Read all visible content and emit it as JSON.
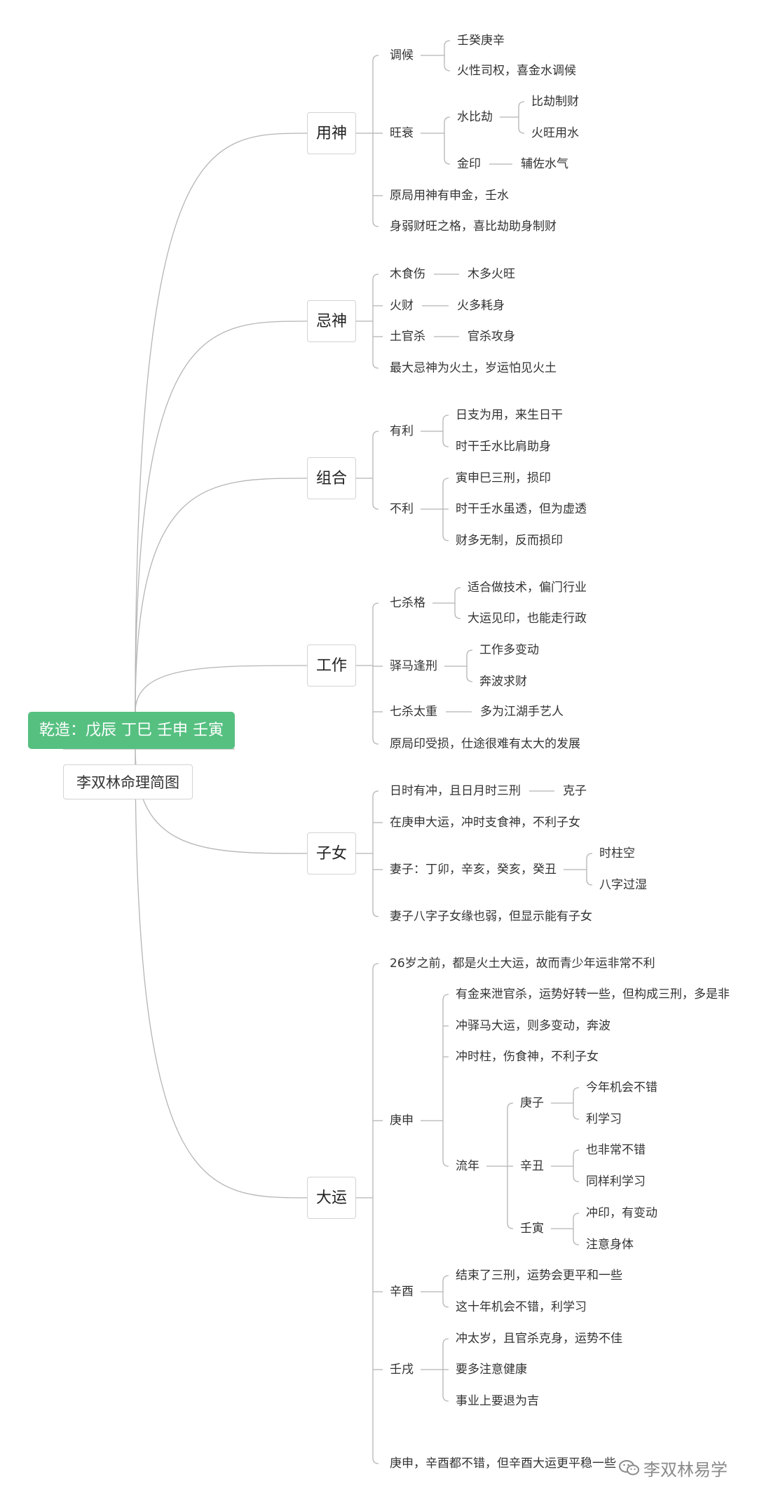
{
  "root": {
    "title": "乾造：戊辰 丁巳 壬申 壬寅",
    "subtitle": "李双林命理简图"
  },
  "branches": [
    {
      "label": "用神",
      "items": [
        {
          "label": "调候",
          "children": [
            {
              "label": "壬癸庚辛"
            },
            {
              "label": "火性司权，喜金水调候"
            }
          ]
        },
        {
          "label": "旺衰",
          "children": [
            {
              "label": "水比劫",
              "children": [
                {
                  "label": "比劫制财"
                },
                {
                  "label": "火旺用水"
                }
              ]
            },
            {
              "label": "金印",
              "children": [
                {
                  "label": "辅佐水气"
                }
              ]
            }
          ]
        },
        {
          "label": "原局用神有申金，壬水"
        },
        {
          "label": "身弱财旺之格，喜比劫助身制财"
        }
      ]
    },
    {
      "label": "忌神",
      "items": [
        {
          "label": "木食伤",
          "children": [
            {
              "label": "木多火旺"
            }
          ]
        },
        {
          "label": "火财",
          "children": [
            {
              "label": "火多耗身"
            }
          ]
        },
        {
          "label": "土官杀",
          "children": [
            {
              "label": "官杀攻身"
            }
          ]
        },
        {
          "label": "最大忌神为火土，岁运怕见火土"
        }
      ]
    },
    {
      "label": "组合",
      "items": [
        {
          "label": "有利",
          "children": [
            {
              "label": "日支为用，来生日干"
            },
            {
              "label": "时干壬水比肩助身"
            }
          ]
        },
        {
          "label": "不利",
          "children": [
            {
              "label": "寅申巳三刑，损印"
            },
            {
              "label": "时干壬水虽透，但为虚透"
            },
            {
              "label": "财多无制，反而损印"
            }
          ]
        }
      ]
    },
    {
      "label": "工作",
      "items": [
        {
          "label": "七杀格",
          "children": [
            {
              "label": "适合做技术，偏门行业"
            },
            {
              "label": "大运见印，也能走行政"
            }
          ]
        },
        {
          "label": "驿马逢刑",
          "children": [
            {
              "label": "工作多变动"
            },
            {
              "label": "奔波求财"
            }
          ]
        },
        {
          "label": "七杀太重",
          "children": [
            {
              "label": "多为江湖手艺人"
            }
          ]
        },
        {
          "label": "原局印受损，仕途很难有太大的发展"
        }
      ]
    },
    {
      "label": "子女",
      "items": [
        {
          "label": "日时有冲，且日月时三刑",
          "children": [
            {
              "label": "克子"
            }
          ]
        },
        {
          "label": "在庚申大运，冲时支食神，不利子女"
        },
        {
          "label": "妻子：丁卯，辛亥，癸亥，癸丑",
          "children": [
            {
              "label": "时柱空"
            },
            {
              "label": "八字过湿"
            }
          ]
        },
        {
          "label": "妻子八字子女缘也弱，但显示能有子女"
        }
      ]
    },
    {
      "label": "大运",
      "items": [
        {
          "label": "26岁之前，都是火土大运，故而青少年运非常不利"
        },
        {
          "label": "庚申",
          "children": [
            {
              "label": "有金来泄官杀，运势好转一些，但构成三刑，多是非"
            },
            {
              "label": "冲驿马大运，则多变动，奔波"
            },
            {
              "label": "冲时柱，伤食神，不利子女"
            },
            {
              "label": "流年",
              "children": [
                {
                  "label": "庚子",
                  "children": [
                    {
                      "label": "今年机会不错"
                    },
                    {
                      "label": "利学习"
                    }
                  ]
                },
                {
                  "label": "辛丑",
                  "children": [
                    {
                      "label": "也非常不错"
                    },
                    {
                      "label": "同样利学习"
                    }
                  ]
                },
                {
                  "label": "壬寅",
                  "children": [
                    {
                      "label": "冲印，有变动"
                    },
                    {
                      "label": "注意身体"
                    }
                  ]
                }
              ]
            }
          ]
        },
        {
          "label": "辛酉",
          "children": [
            {
              "label": "结束了三刑，运势会更平和一些"
            },
            {
              "label": "这十年机会不错，利学习"
            }
          ]
        },
        {
          "label": "壬戌",
          "children": [
            {
              "label": "冲太岁，且官杀克身，运势不佳"
            },
            {
              "label": "要多注意健康"
            },
            {
              "label": "事业上要退为吉"
            }
          ]
        },
        {
          "label": "庚申，辛酉都不错，但辛酉大运更平稳一些"
        }
      ]
    }
  ],
  "watermark": {
    "text": "李双林易学",
    "icon": "wechat-icon"
  },
  "colors": {
    "root_fill": "#56c081",
    "line": "#b5b5b5"
  }
}
